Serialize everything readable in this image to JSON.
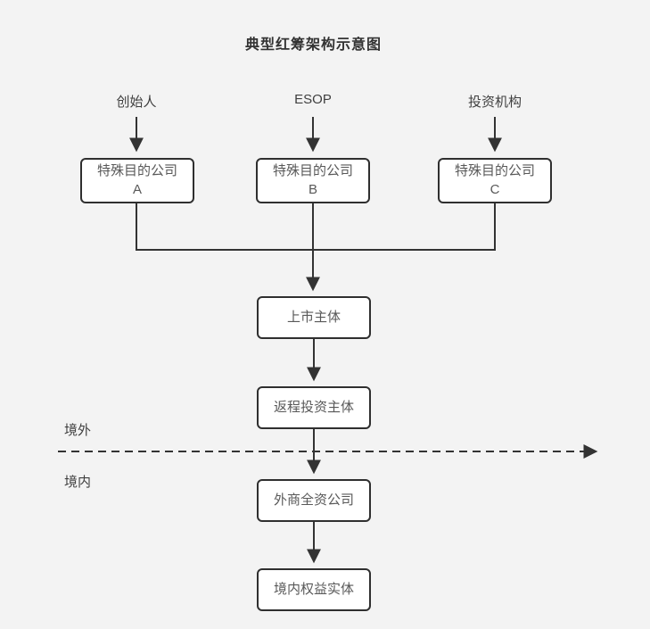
{
  "title": "典型红筹架构示意图",
  "sources": [
    {
      "label": "创始人"
    },
    {
      "label": "ESOP"
    },
    {
      "label": "投资机构"
    }
  ],
  "spvs": [
    {
      "line1": "特殊目的公司",
      "line2": "A"
    },
    {
      "line1": "特殊目的公司",
      "line2": "B"
    },
    {
      "line1": "特殊目的公司",
      "line2": "C"
    }
  ],
  "chain": [
    {
      "label": "上市主体"
    },
    {
      "label": "返程投资主体"
    },
    {
      "label": "外商全资公司"
    },
    {
      "label": "境内权益实体"
    }
  ],
  "boundary": {
    "above_label": "境外",
    "below_label": "境内"
  },
  "colors": {
    "background": "#f3f3f3",
    "box_fill": "#ffffff",
    "line": "#333333",
    "box_border": "#2f2f2f",
    "box_text": "#595959",
    "label_text": "#3f3f3f",
    "title_text": "#333333"
  }
}
